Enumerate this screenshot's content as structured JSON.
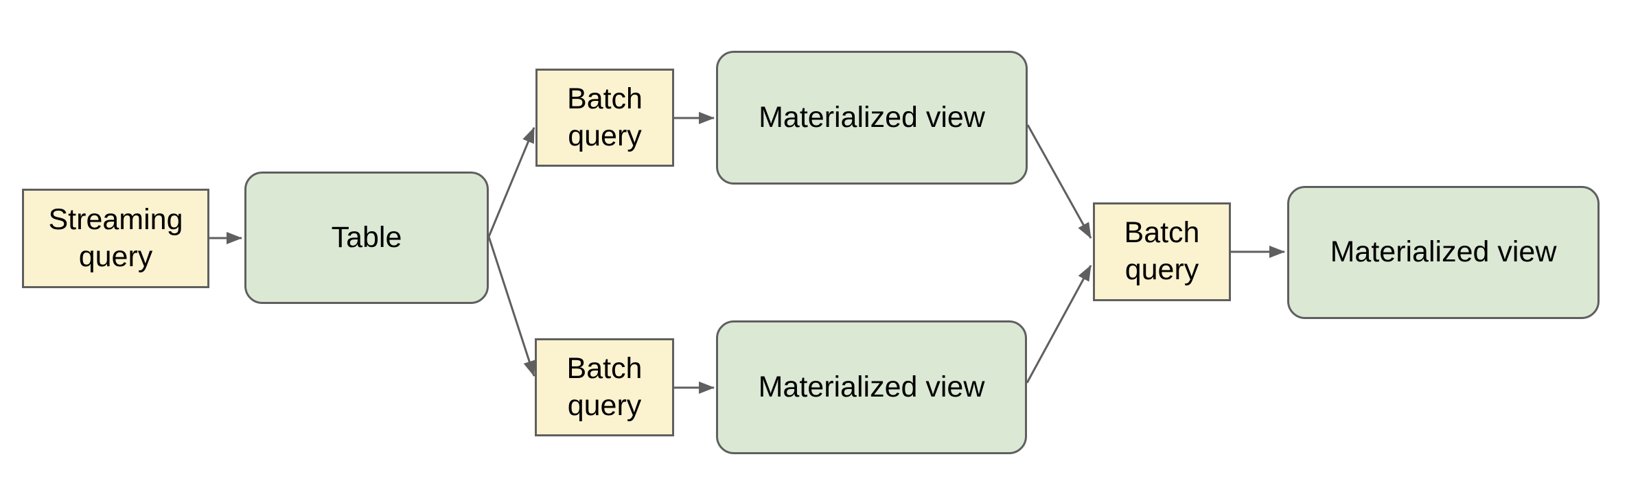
{
  "diagram": {
    "type": "flowchart",
    "background": "#ffffff",
    "colors": {
      "query_fill": "#fbf2cf",
      "view_fill": "#dbe8d4",
      "stroke": "#5f5f5f",
      "text": "#000000"
    },
    "nodes": [
      {
        "id": "streaming-query",
        "label": "Streaming query",
        "shape": "rectangle"
      },
      {
        "id": "table",
        "label": "Table",
        "shape": "rounded-rectangle"
      },
      {
        "id": "batch-query-top",
        "label": "Batch query",
        "shape": "rectangle"
      },
      {
        "id": "materialized-view-top",
        "label": "Materialized view",
        "shape": "rounded-rectangle"
      },
      {
        "id": "batch-query-bottom",
        "label": "Batch query",
        "shape": "rectangle"
      },
      {
        "id": "materialized-view-bottom",
        "label": "Materialized view",
        "shape": "rounded-rectangle"
      },
      {
        "id": "batch-query-center",
        "label": "Batch query",
        "shape": "rectangle"
      },
      {
        "id": "materialized-view-right",
        "label": "Materialized view",
        "shape": "rounded-rectangle"
      }
    ],
    "edges": [
      {
        "from": "streaming-query",
        "to": "table"
      },
      {
        "from": "table",
        "to": "batch-query-top"
      },
      {
        "from": "table",
        "to": "batch-query-bottom"
      },
      {
        "from": "batch-query-top",
        "to": "materialized-view-top"
      },
      {
        "from": "batch-query-bottom",
        "to": "materialized-view-bottom"
      },
      {
        "from": "materialized-view-top",
        "to": "batch-query-center"
      },
      {
        "from": "materialized-view-bottom",
        "to": "batch-query-center"
      },
      {
        "from": "batch-query-center",
        "to": "materialized-view-right"
      }
    ]
  }
}
